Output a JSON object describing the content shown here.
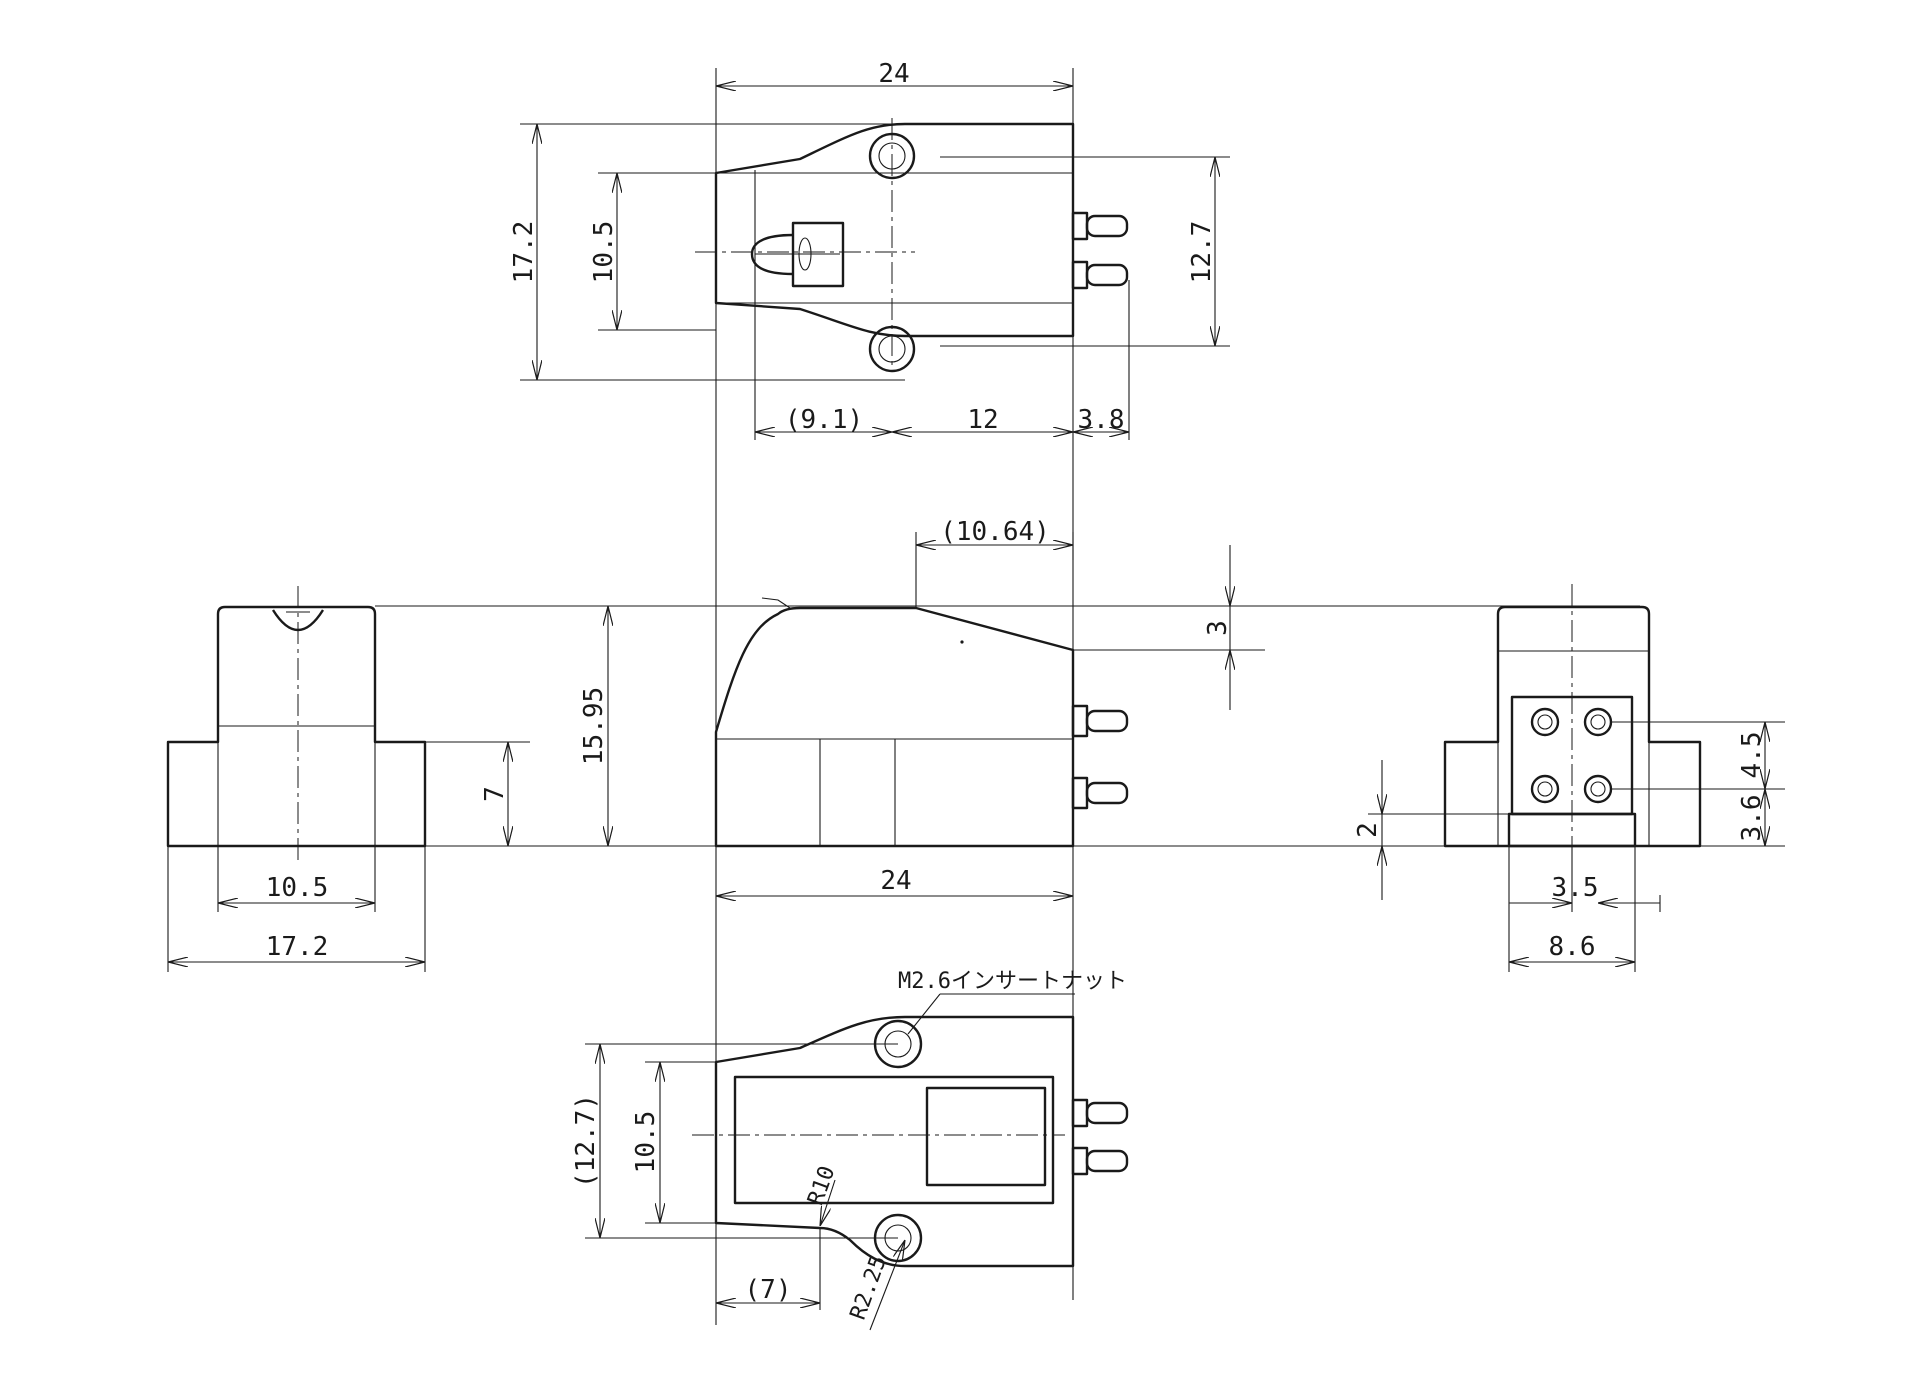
{
  "colors": {
    "ink": "#1a1a1a",
    "paper": "#ffffff"
  },
  "top_view": {
    "overall_width": "24",
    "overall_height": "17.2",
    "inner_height": "10.5",
    "pin_span": "12.7",
    "stylus_offset": "(9.1)",
    "mount_to_rear": "12",
    "pin_length": "3.8"
  },
  "front_view": {
    "width_inner": "10.5",
    "width_outer": "17.2",
    "flange_height": "7"
  },
  "side_view": {
    "top_flat": "(10.64)",
    "total_height": "15.95",
    "slope_drop": "3",
    "length": "24"
  },
  "rear_view": {
    "pin_pitch_vertical": "4.5",
    "pin_base": "3.6",
    "base_step": "2",
    "pin_pitch_horizontal": "3.5",
    "block_width": "8.6"
  },
  "bottom_view": {
    "insert_note": "M2.6インサートナット",
    "mount_span": "(12.7)",
    "inner_height": "10.5",
    "radius_large": "R10",
    "radius_small": "R2.25",
    "front_offset": "(7)"
  }
}
